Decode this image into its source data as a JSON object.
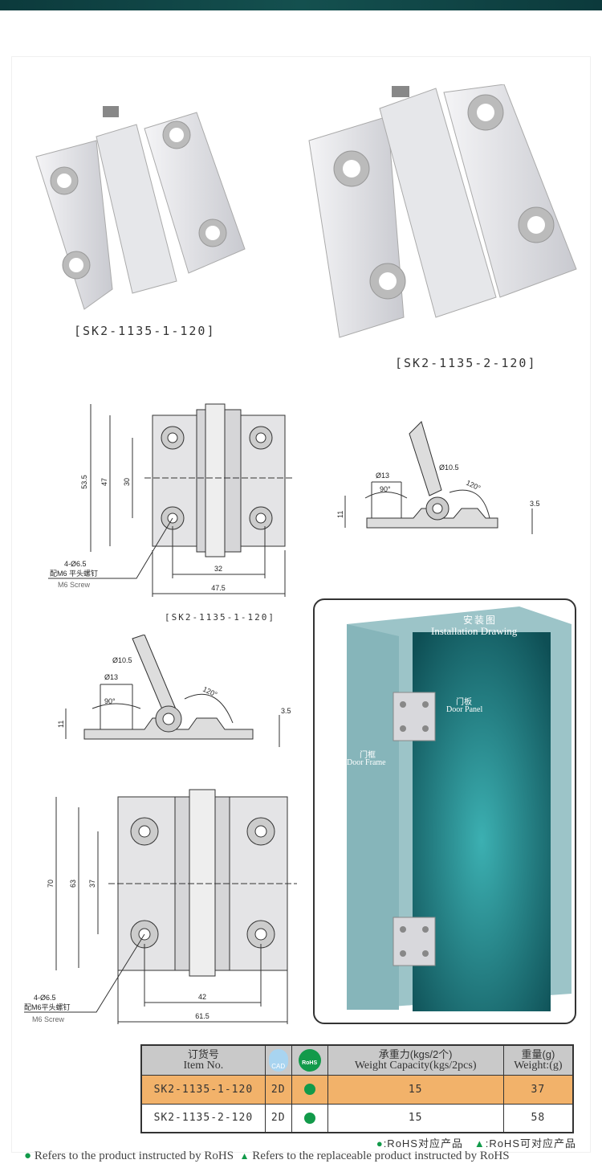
{
  "products": {
    "photo1_label": "[SK2-1135-1-120]",
    "photo2_label": "[SK2-1135-2-120]"
  },
  "drawing1": {
    "dims": {
      "height_total": "53.5",
      "height_plate": "47",
      "hole_pitch_v": "30",
      "hole_pitch_h": "32",
      "width": "47.5"
    },
    "leader": {
      "holes": "4-Ø6.5",
      "screw_cn": "配M6 平头螺钉",
      "screw_en": "M6 Screw"
    },
    "label": "[SK2-1135-1-120]",
    "side": {
      "hole": "Ø13",
      "countersink": "90°",
      "pin": "Ø10.5",
      "angle": "120°",
      "height": "11",
      "thickness": "3.5"
    }
  },
  "drawing2": {
    "side": {
      "hole": "Ø13",
      "countersink": "90°",
      "pin": "Ø10.5",
      "angle": "120°",
      "height": "11",
      "thickness": "3.5"
    },
    "dims": {
      "height_total": "70",
      "height_plate": "63",
      "hole_pitch_v": "37",
      "hole_pitch_h": "42",
      "width": "61.5"
    },
    "leader": {
      "holes": "4-Ø6.5",
      "screw_cn": "配M6平头螺钉",
      "screw_en": "M6 Screw"
    }
  },
  "installation": {
    "title_cn": "安装图",
    "title_en": "Installation Drawing",
    "panel_cn": "门板",
    "panel_en": "Door Panel",
    "frame_cn": "门框",
    "frame_en": "Door Frame"
  },
  "table": {
    "headers": {
      "item_cn": "订货号",
      "item_en": "Item No.",
      "cad": "CAD",
      "rohs": "RoHS",
      "capacity_cn": "承重力(kgs/2个)",
      "capacity_en": "Weight Capacity(kgs/2pcs)",
      "weight_cn": "重量(g)",
      "weight_en": "Weight:(g)"
    },
    "rows": [
      {
        "item": "SK2-1135-1-120",
        "cad": "2D",
        "capacity": "15",
        "weight": "37"
      },
      {
        "item": "SK2-1135-2-120",
        "cad": "2D",
        "capacity": "15",
        "weight": "58"
      }
    ]
  },
  "legend": {
    "rohs_cn": ":RoHS对应产品",
    "replaceable_cn": ":RoHS可对应产品",
    "rohs_en": "Refers to the product instructed by RoHS",
    "replaceable_en": "Refers to the replaceable product instructed by RoHS"
  },
  "colors": {
    "accent_green": "#129a4a",
    "highlight_row": "#f2b26a",
    "top_bar": "#0f4243"
  }
}
